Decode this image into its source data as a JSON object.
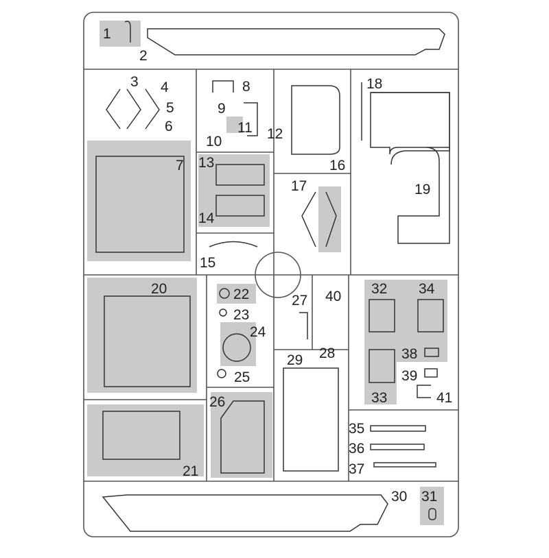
{
  "diagram": {
    "title": "Parts sprue layout",
    "shade_color": "#c9cacc",
    "runner_color": "#555555",
    "part_numbers": [
      "1",
      "2",
      "3",
      "4",
      "5",
      "6",
      "7",
      "8",
      "9",
      "10",
      "11",
      "12",
      "13",
      "14",
      "15",
      "16",
      "17",
      "18",
      "19",
      "20",
      "21",
      "22",
      "23",
      "24",
      "25",
      "26",
      "27",
      "28",
      "29",
      "30",
      "31",
      "32",
      "33",
      "34",
      "35",
      "36",
      "37",
      "38",
      "39",
      "40",
      "41"
    ]
  }
}
